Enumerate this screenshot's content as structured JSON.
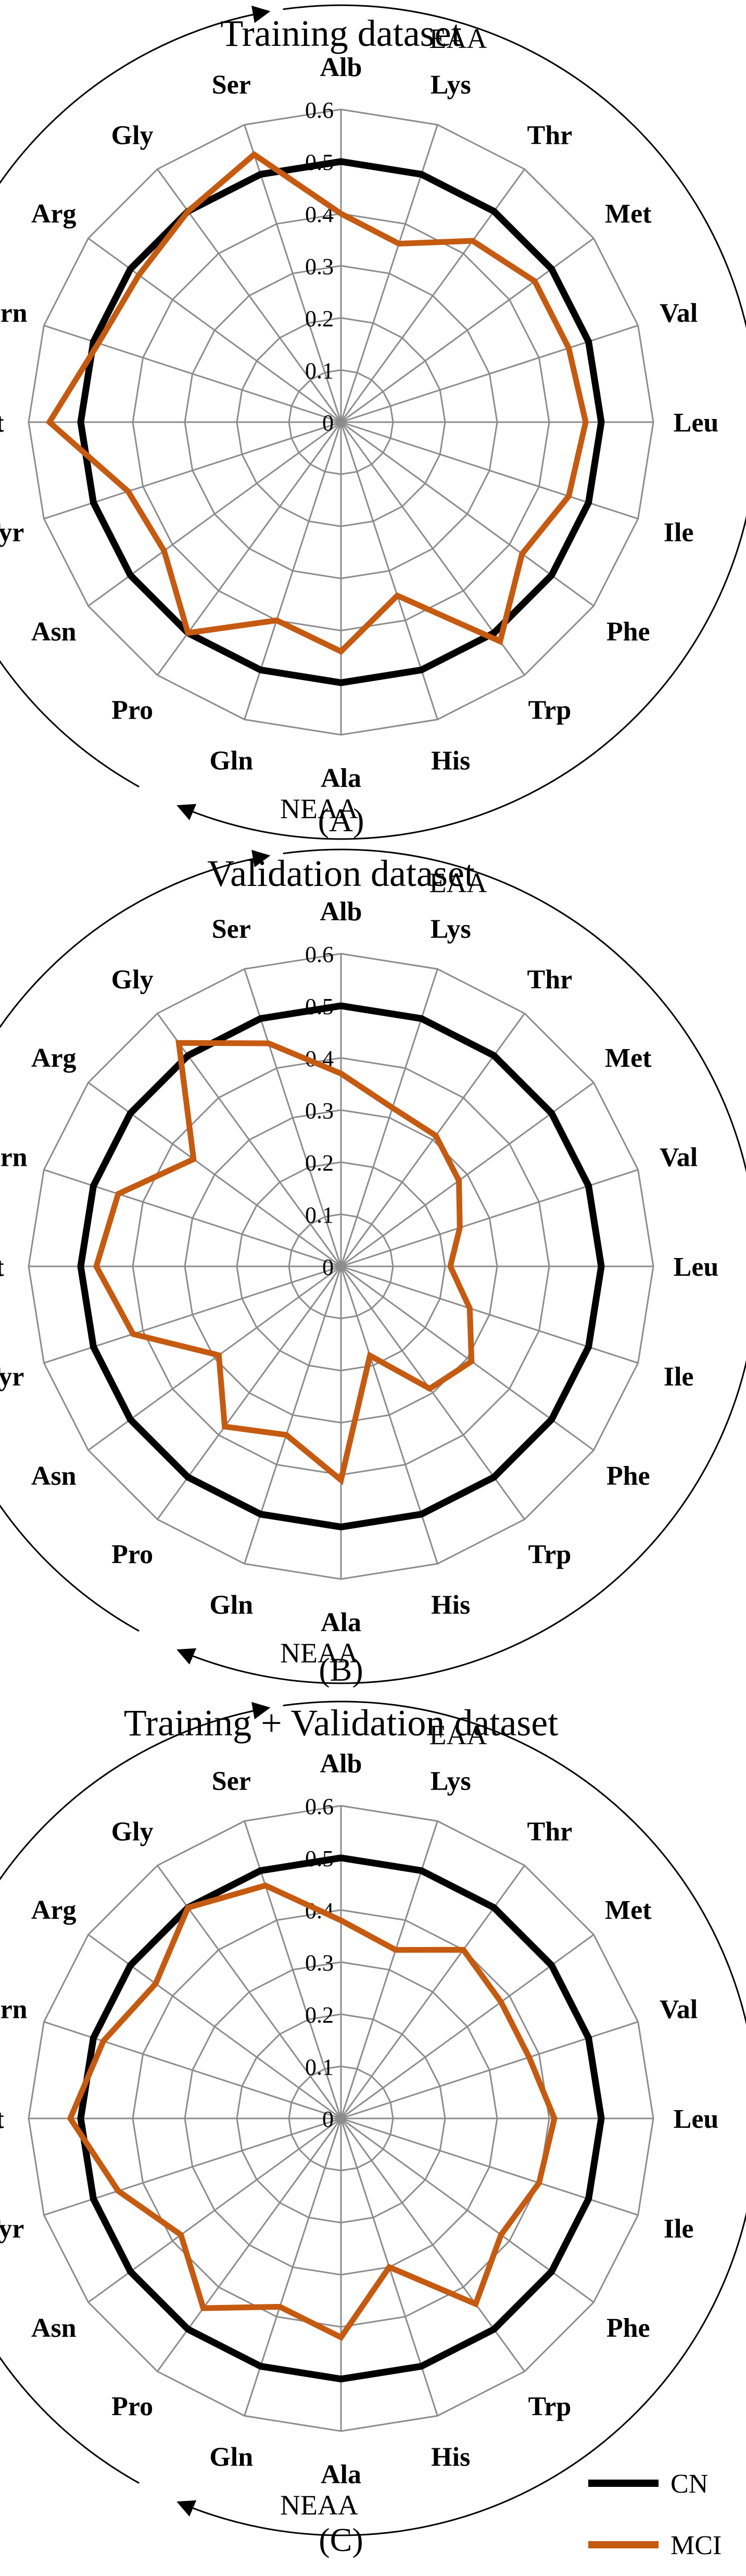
{
  "chart_data": [
    {
      "type": "radar",
      "title": "Training dataset",
      "panel_label": "(A)",
      "categories": [
        "Alb",
        "Lys",
        "Thr",
        "Met",
        "Val",
        "Leu",
        "Ile",
        "Phe",
        "Trp",
        "His",
        "Ala",
        "Gln",
        "Pro",
        "Asn",
        "Tyr",
        "Cit",
        "Orn",
        "Arg",
        "Gly",
        "Ser"
      ],
      "rlim": [
        0,
        0.6
      ],
      "ticks": [
        0,
        0.1,
        0.2,
        0.3,
        0.4,
        0.5,
        0.6
      ],
      "tick_labels": [
        "0",
        "0.1",
        "0.2",
        "0.3",
        "0.4",
        "0.5",
        "0.6"
      ],
      "group_labels": [
        "EAA",
        "NEAA"
      ],
      "grid": true,
      "series": [
        {
          "name": "CN",
          "color": "#000000",
          "values": [
            0.5,
            0.5,
            0.5,
            0.5,
            0.5,
            0.5,
            0.5,
            0.5,
            0.5,
            0.5,
            0.5,
            0.5,
            0.5,
            0.5,
            0.5,
            0.5,
            0.5,
            0.5,
            0.5,
            0.5
          ]
        },
        {
          "name": "MCI",
          "color": "#C55A11",
          "values": [
            0.4,
            0.36,
            0.43,
            0.46,
            0.46,
            0.47,
            0.46,
            0.43,
            0.52,
            0.35,
            0.44,
            0.4,
            0.5,
            0.42,
            0.43,
            0.56,
            0.49,
            0.48,
            0.5,
            0.54
          ]
        }
      ]
    },
    {
      "type": "radar",
      "title": "Validation dataset",
      "panel_label": "(B)",
      "categories": [
        "Alb",
        "Lys",
        "Thr",
        "Met",
        "Val",
        "Leu",
        "Ile",
        "Phe",
        "Trp",
        "His",
        "Ala",
        "Gln",
        "Pro",
        "Asn",
        "Tyr",
        "Cit",
        "Orn",
        "Arg",
        "Gly",
        "Ser"
      ],
      "rlim": [
        0,
        0.6
      ],
      "ticks": [
        0,
        0.1,
        0.2,
        0.3,
        0.4,
        0.5,
        0.6
      ],
      "tick_labels": [
        "0",
        "0.1",
        "0.2",
        "0.3",
        "0.4",
        "0.5",
        "0.6"
      ],
      "group_labels": [
        "EAA",
        "NEAA"
      ],
      "grid": true,
      "series": [
        {
          "name": "CN",
          "color": "#000000",
          "values": [
            0.5,
            0.5,
            0.5,
            0.5,
            0.5,
            0.5,
            0.5,
            0.5,
            0.5,
            0.5,
            0.5,
            0.5,
            0.5,
            0.5,
            0.5,
            0.5,
            0.5,
            0.5,
            0.5,
            0.5
          ]
        },
        {
          "name": "MCI",
          "color": "#C55A11",
          "values": [
            0.37,
            0.32,
            0.31,
            0.28,
            0.24,
            0.21,
            0.26,
            0.31,
            0.29,
            0.18,
            0.41,
            0.34,
            0.38,
            0.29,
            0.42,
            0.47,
            0.45,
            0.35,
            0.53,
            0.45
          ]
        }
      ]
    },
    {
      "type": "radar",
      "title": "Training + Validation dataset",
      "panel_label": "(C)",
      "categories": [
        "Alb",
        "Lys",
        "Thr",
        "Met",
        "Val",
        "Leu",
        "Ile",
        "Phe",
        "Trp",
        "His",
        "Ala",
        "Gln",
        "Pro",
        "Asn",
        "Tyr",
        "Cit",
        "Orn",
        "Arg",
        "Gly",
        "Ser"
      ],
      "rlim": [
        0,
        0.6
      ],
      "ticks": [
        0,
        0.1,
        0.2,
        0.3,
        0.4,
        0.5,
        0.6
      ],
      "tick_labels": [
        "0",
        "0.1",
        "0.2",
        "0.3",
        "0.4",
        "0.5",
        "0.6"
      ],
      "group_labels": [
        "EAA",
        "NEAA"
      ],
      "grid": true,
      "legend": {
        "placement": "bottom-right",
        "entries": [
          "CN",
          "MCI"
        ]
      },
      "series": [
        {
          "name": "CN",
          "color": "#000000",
          "values": [
            0.5,
            0.5,
            0.5,
            0.5,
            0.5,
            0.5,
            0.5,
            0.5,
            0.5,
            0.5,
            0.5,
            0.5,
            0.5,
            0.5,
            0.5,
            0.5,
            0.5,
            0.5,
            0.5,
            0.5
          ]
        },
        {
          "name": "MCI",
          "color": "#C55A11",
          "values": [
            0.38,
            0.34,
            0.4,
            0.38,
            0.38,
            0.41,
            0.4,
            0.38,
            0.44,
            0.3,
            0.42,
            0.38,
            0.45,
            0.38,
            0.45,
            0.52,
            0.48,
            0.44,
            0.5,
            0.47
          ]
        }
      ]
    }
  ]
}
